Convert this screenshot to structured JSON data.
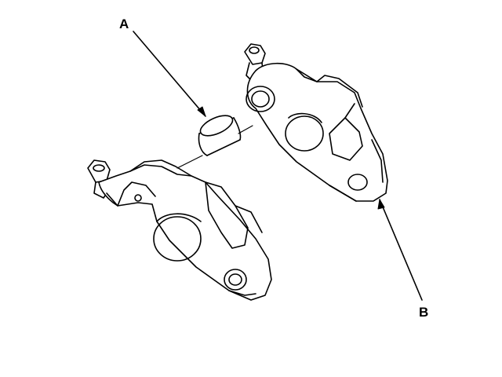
{
  "callouts": {
    "a": "A",
    "b": "B"
  },
  "colors": {
    "line": "#000000",
    "background": "#ffffff"
  },
  "parts": [
    "rocker-arm-left",
    "rocker-arm-right",
    "bushing-sleeve"
  ]
}
